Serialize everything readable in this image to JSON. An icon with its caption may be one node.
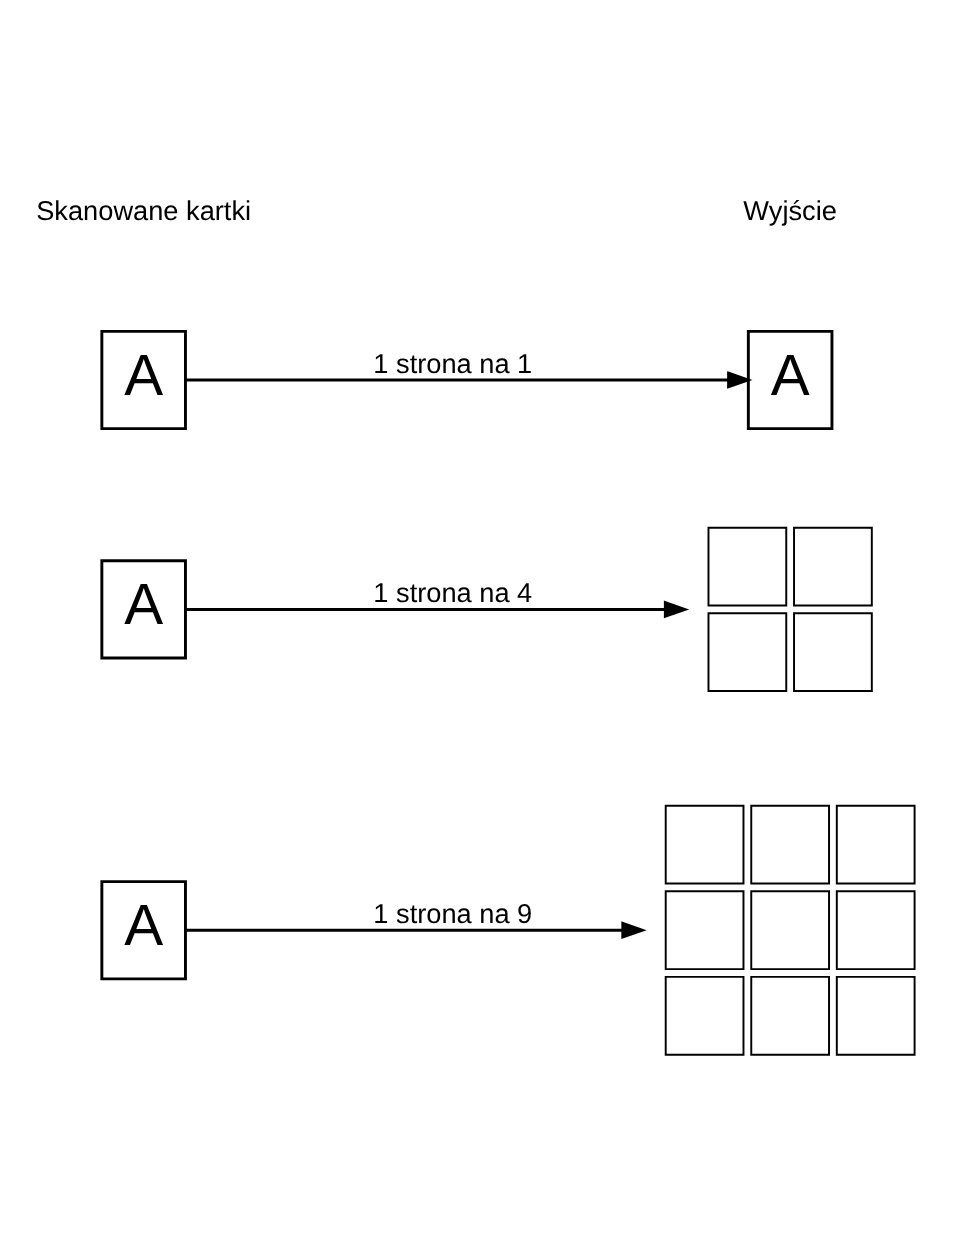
{
  "diagram": {
    "nodes": [
      {
        "text": [
          "A"
        ]
      },
      {
        "text": [
          "A"
        ]
      },
      {
        "text": [
          "A"
        ]
      },
      {
        "text": [],
        "shape": "picture"
      },
      {
        "text": [
          "A"
        ]
      },
      {
        "text": [],
        "shape": "picture"
      }
    ],
    "edges": [
      {
        "from": 0,
        "to": 1,
        "arrow": "to",
        "label": "1 strona na 1"
      },
      {
        "from": 2,
        "to": 3,
        "arrow": "to",
        "label": "1 strona na 4"
      },
      {
        "from": 4,
        "to": 5,
        "arrow": "to",
        "label": "1 strona na 9"
      }
    ],
    "labels": [
      "Skanowane kartki",
      "Wyjście"
    ]
  }
}
